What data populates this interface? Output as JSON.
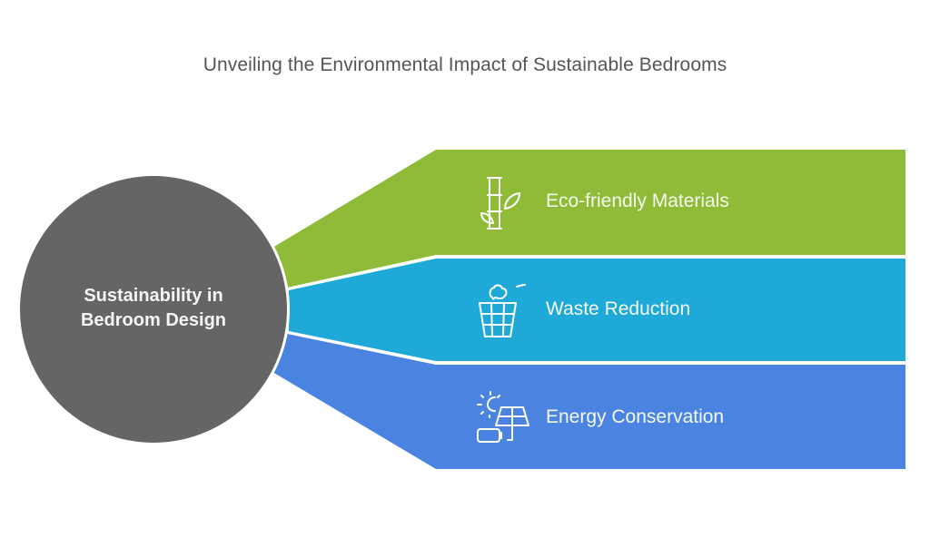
{
  "title": "Unveiling the Environmental Impact of Sustainable Bedrooms",
  "hub": {
    "line1": "Sustainability in",
    "line2": "Bedroom Design",
    "color": "#656565"
  },
  "branches": [
    {
      "label": "Eco-friendly Materials",
      "icon": "bamboo-icon",
      "color": "#8fbb38"
    },
    {
      "label": "Waste Reduction",
      "icon": "recycling-bin-icon",
      "color": "#1ea9d8"
    },
    {
      "label": "Energy Conservation",
      "icon": "solar-energy-icon",
      "color": "#4b84e0"
    }
  ]
}
